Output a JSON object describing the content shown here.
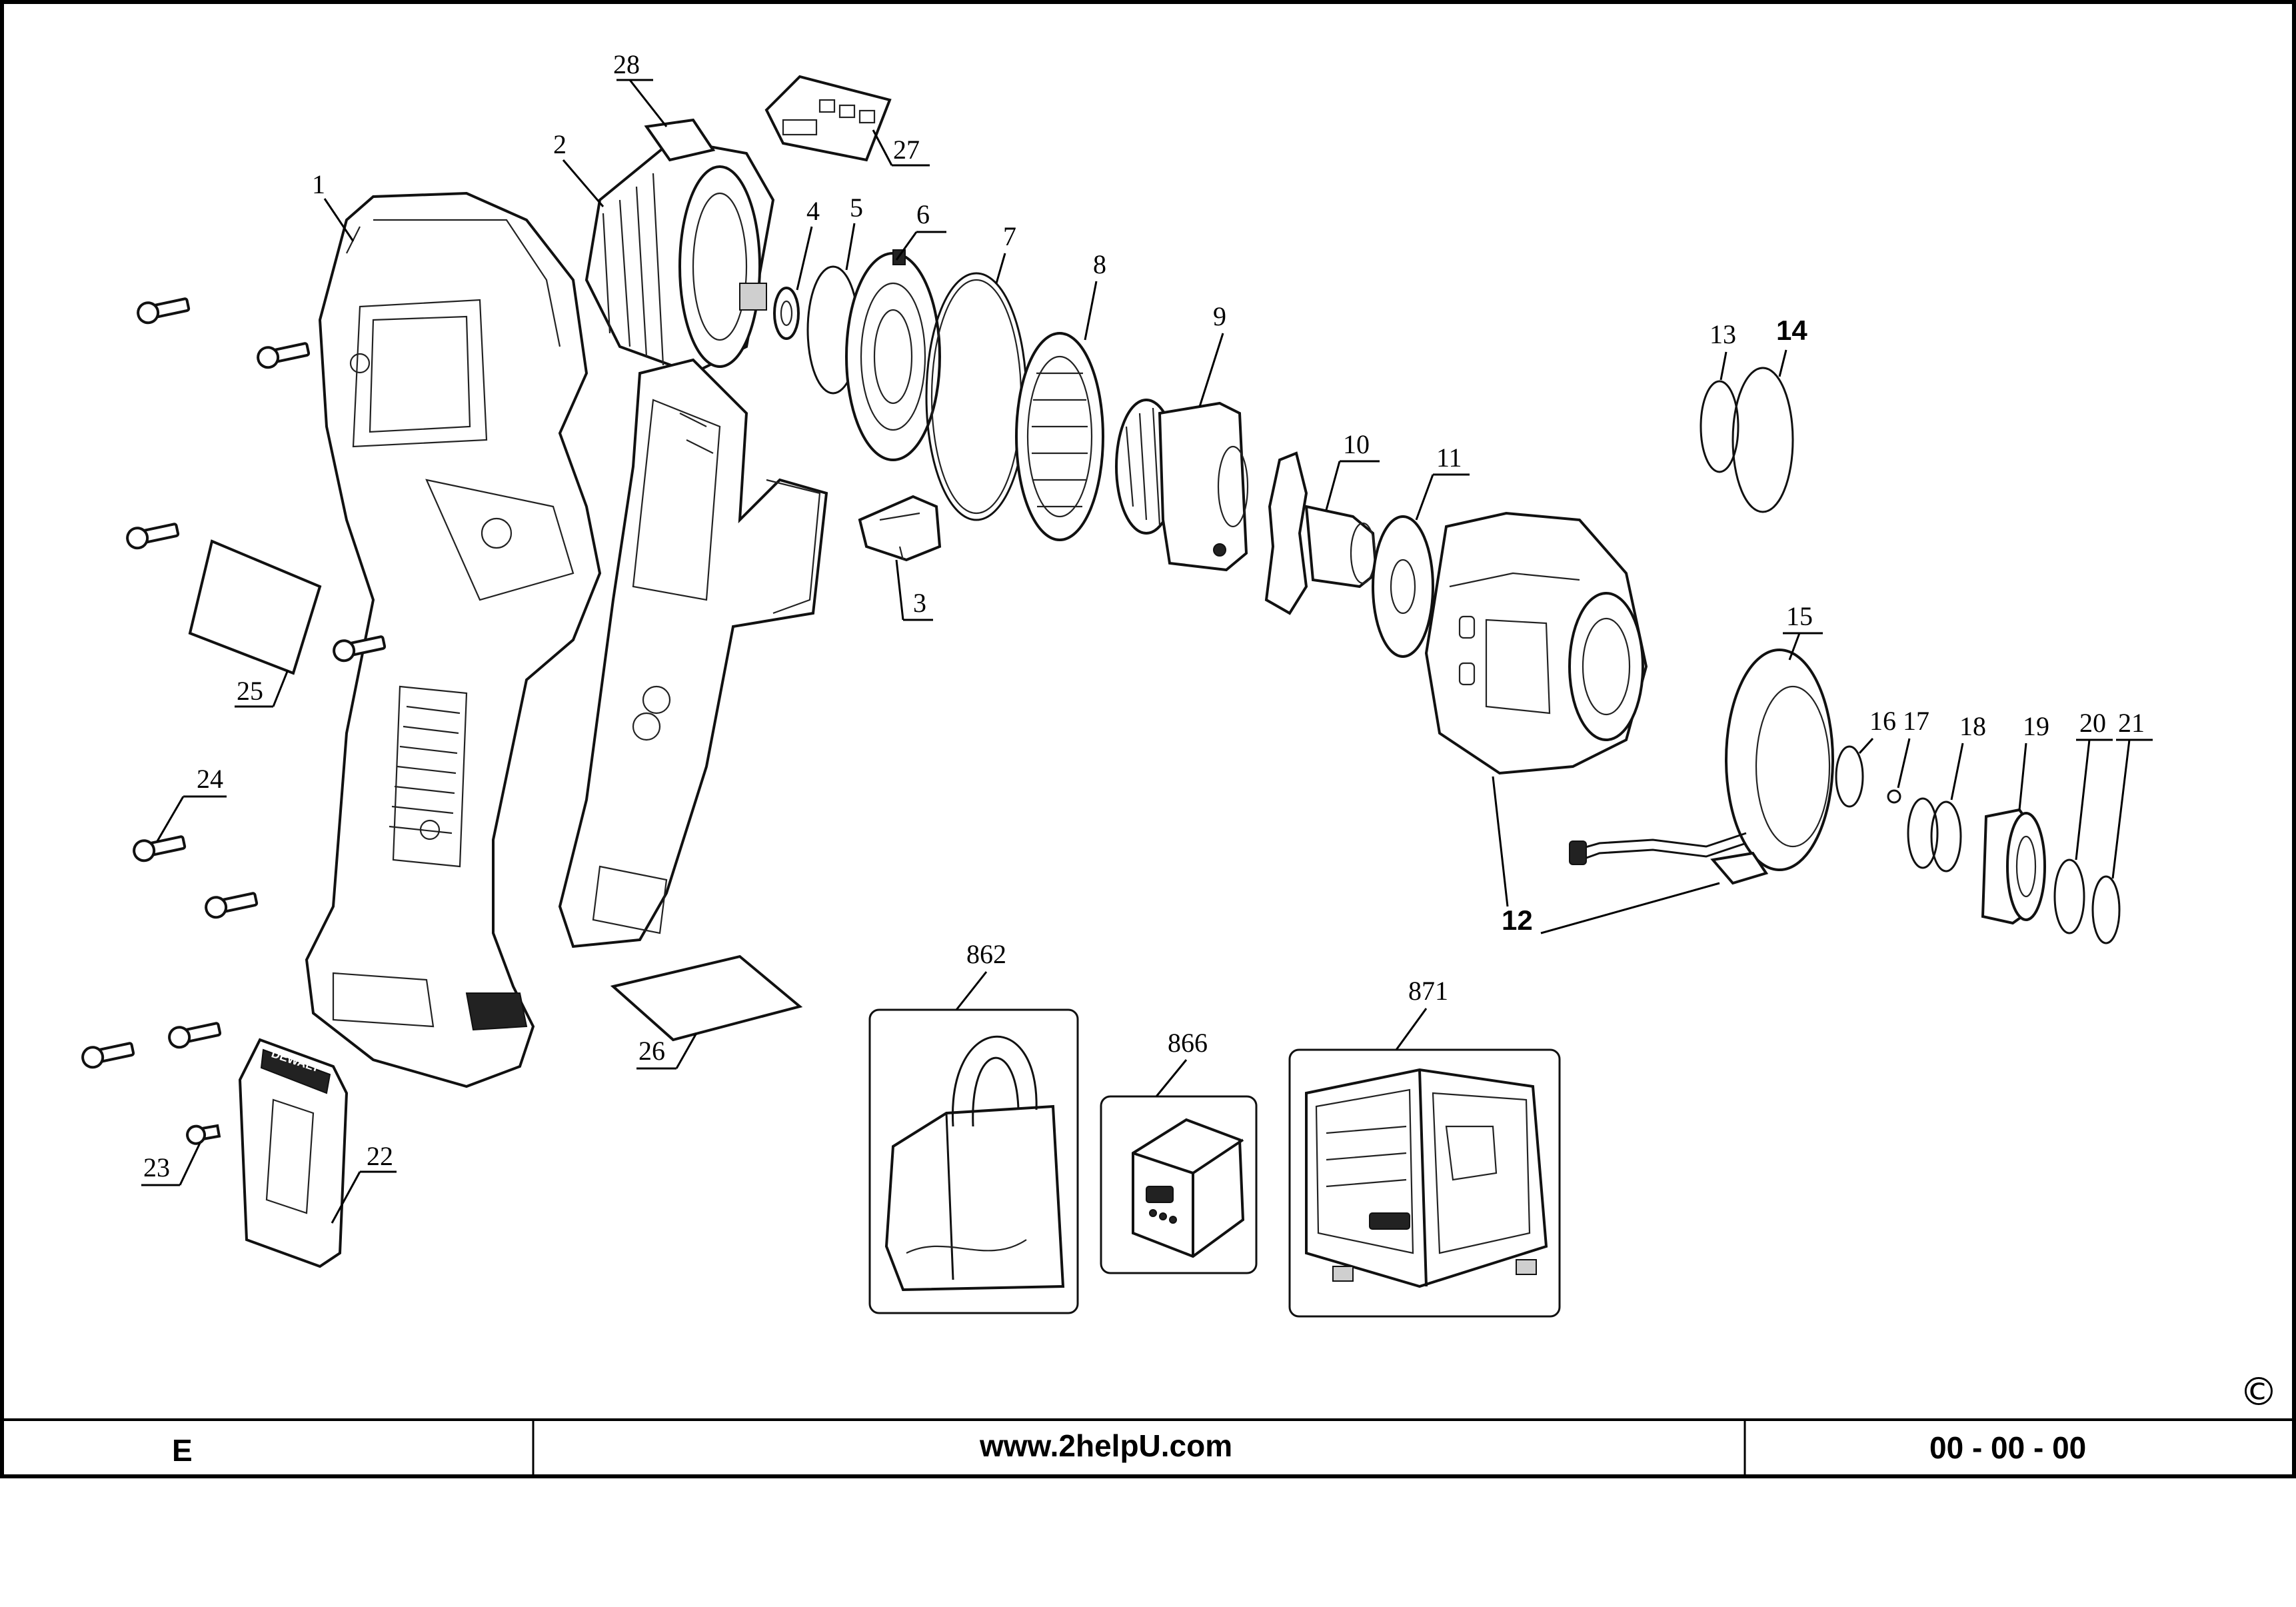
{
  "callouts": {
    "c1": "1",
    "c2": "2",
    "c3": "3",
    "c4": "4",
    "c5": "5",
    "c6": "6",
    "c7": "7",
    "c8": "8",
    "c9": "9",
    "c10": "10",
    "c11": "11",
    "c12": "12",
    "c13": "13",
    "c14": "14",
    "c15": "15",
    "c16": "16",
    "c17": "17",
    "c18": "18",
    "c19": "19",
    "c20": "20",
    "c21": "21",
    "c22": "22",
    "c23": "23",
    "c24": "24",
    "c25": "25",
    "c26": "26",
    "c27": "27",
    "c28": "28",
    "c862": "862",
    "c866": "866",
    "c871": "871"
  },
  "brand_logo": "DEWALT",
  "copyright": "©",
  "footer": {
    "left": "E",
    "center": "www.2helpU.com",
    "right": "00 - 00 - 00"
  }
}
